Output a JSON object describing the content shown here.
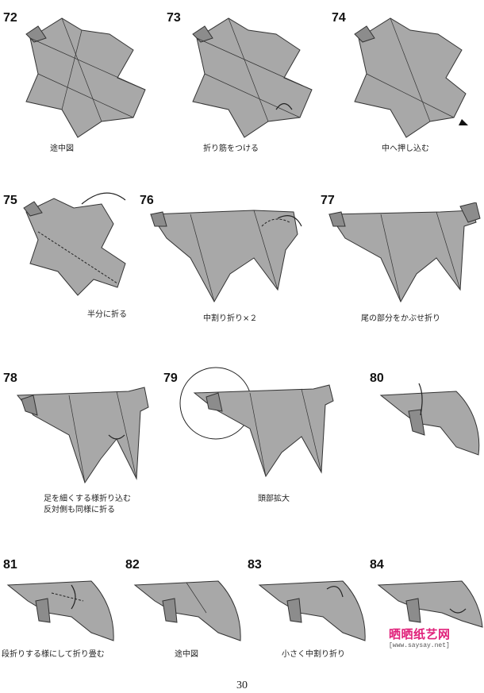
{
  "steps": [
    {
      "number": "72",
      "caption": "途中図"
    },
    {
      "number": "73",
      "caption": "折り筋をつける"
    },
    {
      "number": "74",
      "caption": "中へ押し込む"
    },
    {
      "number": "75",
      "caption": "半分に折る"
    },
    {
      "number": "76",
      "caption": "中割り折り×２"
    },
    {
      "number": "77",
      "caption": "尾の部分をかぶせ折り"
    },
    {
      "number": "78",
      "caption_line1": "足を細くする様折り込む",
      "caption_line2": "反対側も同様に折る"
    },
    {
      "number": "79",
      "caption": "頭部拡大"
    },
    {
      "number": "80",
      "caption": ""
    },
    {
      "number": "81",
      "caption": "段折りする様にして折り畳む"
    },
    {
      "number": "82",
      "caption": "途中図"
    },
    {
      "number": "83",
      "caption": "小さく中割り折り"
    },
    {
      "number": "84",
      "caption": ""
    }
  ],
  "page_number": "30",
  "watermark": {
    "title": "晒晒纸艺网",
    "url": "[www.saysay.net]"
  },
  "colors": {
    "paper": "#a8a8a8",
    "outline": "#333333",
    "watermark": "#e0207a"
  }
}
